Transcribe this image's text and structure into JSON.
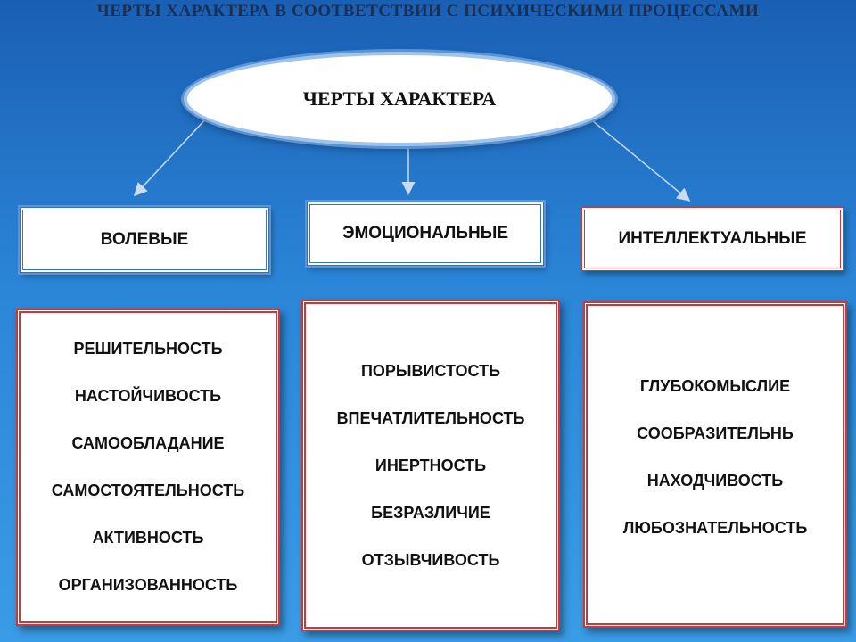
{
  "title": "ЧЕРТЫ ХАРАКТЕРА В СООТВЕТСТВИИ С ПСИХИЧЕСКИМИ ПРОЦЕССАМИ",
  "root": "ЧЕРТЫ ХАРАКТЕРА",
  "columns": [
    {
      "heading": "ВОЛЕВЫЕ",
      "items": [
        "РЕШИТЕЛЬНОСТЬ",
        "НАСТОЙЧИВОСТЬ",
        "САМООБЛАДАНИЕ",
        "САМОСТОЯТЕЛЬНОСТЬ",
        "АКТИВНОСТЬ",
        "ОРГАНИЗОВАННОСТЬ"
      ]
    },
    {
      "heading": "ЭМОЦИОНАЛЬНЫЕ",
      "items": [
        "ПОРЫВИСТОСТЬ",
        "ВПЕЧАТЛИТЕЛЬНОСТЬ",
        "ИНЕРТНОСТЬ",
        "БЕЗРАЗЛИЧИЕ",
        "ОТЗЫВЧИВОСТЬ"
      ]
    },
    {
      "heading": "ИНТЕЛЛЕКТУАЛЬНЫЕ",
      "items": [
        "ГЛУБОКОМЫСЛИЕ",
        "СООБРАЗИТЕЛЬНЬ",
        "НАХОДЧИВОСТЬ",
        "ЛЮБОЗНАТЕЛЬНОСТЬ"
      ]
    }
  ]
}
